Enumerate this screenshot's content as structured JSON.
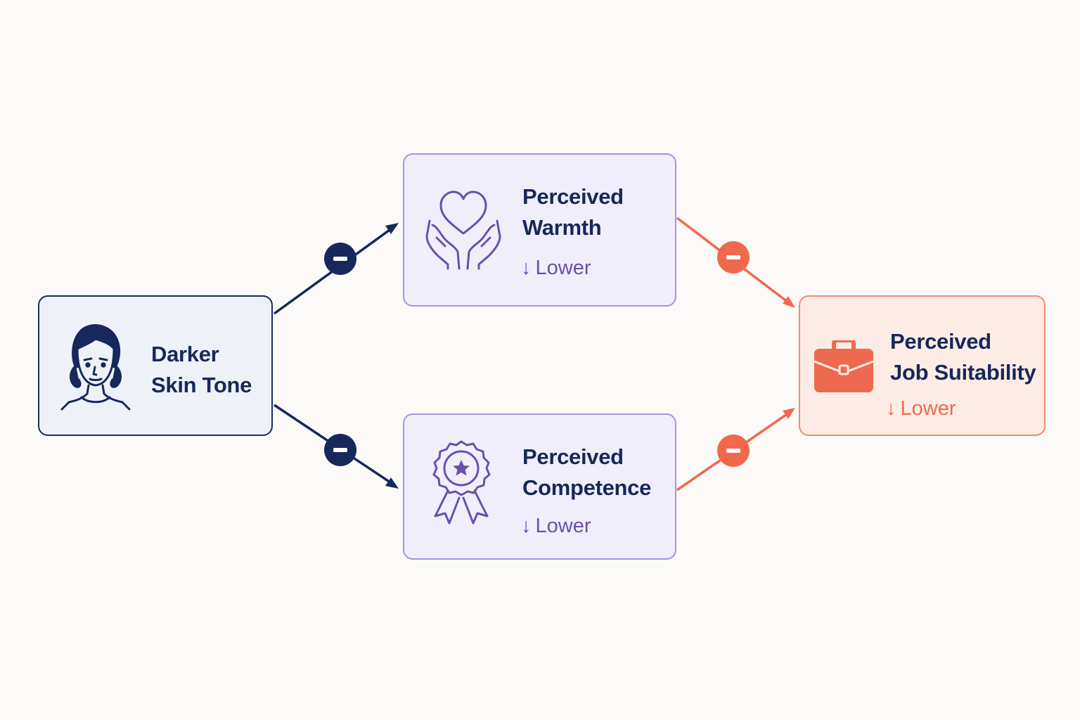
{
  "nodes": {
    "skin": {
      "title": "Darker\nSkin Tone",
      "icon": "person-face-icon"
    },
    "warmth": {
      "title": "Perceived\nWarmth",
      "effect": "Lower",
      "effect_arrow": "↓",
      "icon": "heart-hands-icon"
    },
    "competence": {
      "title": "Perceived\nCompetence",
      "effect": "Lower",
      "effect_arrow": "↓",
      "icon": "award-ribbon-icon"
    },
    "job": {
      "title": "Perceived\nJob Suitability",
      "effect": "Lower",
      "effect_arrow": "↓",
      "icon": "briefcase-icon"
    }
  },
  "edges": [
    {
      "from": "skin",
      "to": "warmth",
      "sign": "−",
      "color": "#17285a"
    },
    {
      "from": "skin",
      "to": "competence",
      "sign": "−",
      "color": "#17285a"
    },
    {
      "from": "warmth",
      "to": "job",
      "sign": "−",
      "color": "#f0694c"
    },
    {
      "from": "competence",
      "to": "job",
      "sign": "−",
      "color": "#f0694c"
    }
  ],
  "colors": {
    "navy": "#17285a",
    "purple": "#6850ae",
    "coral": "#f0694c",
    "background": "#fbfaf8"
  }
}
